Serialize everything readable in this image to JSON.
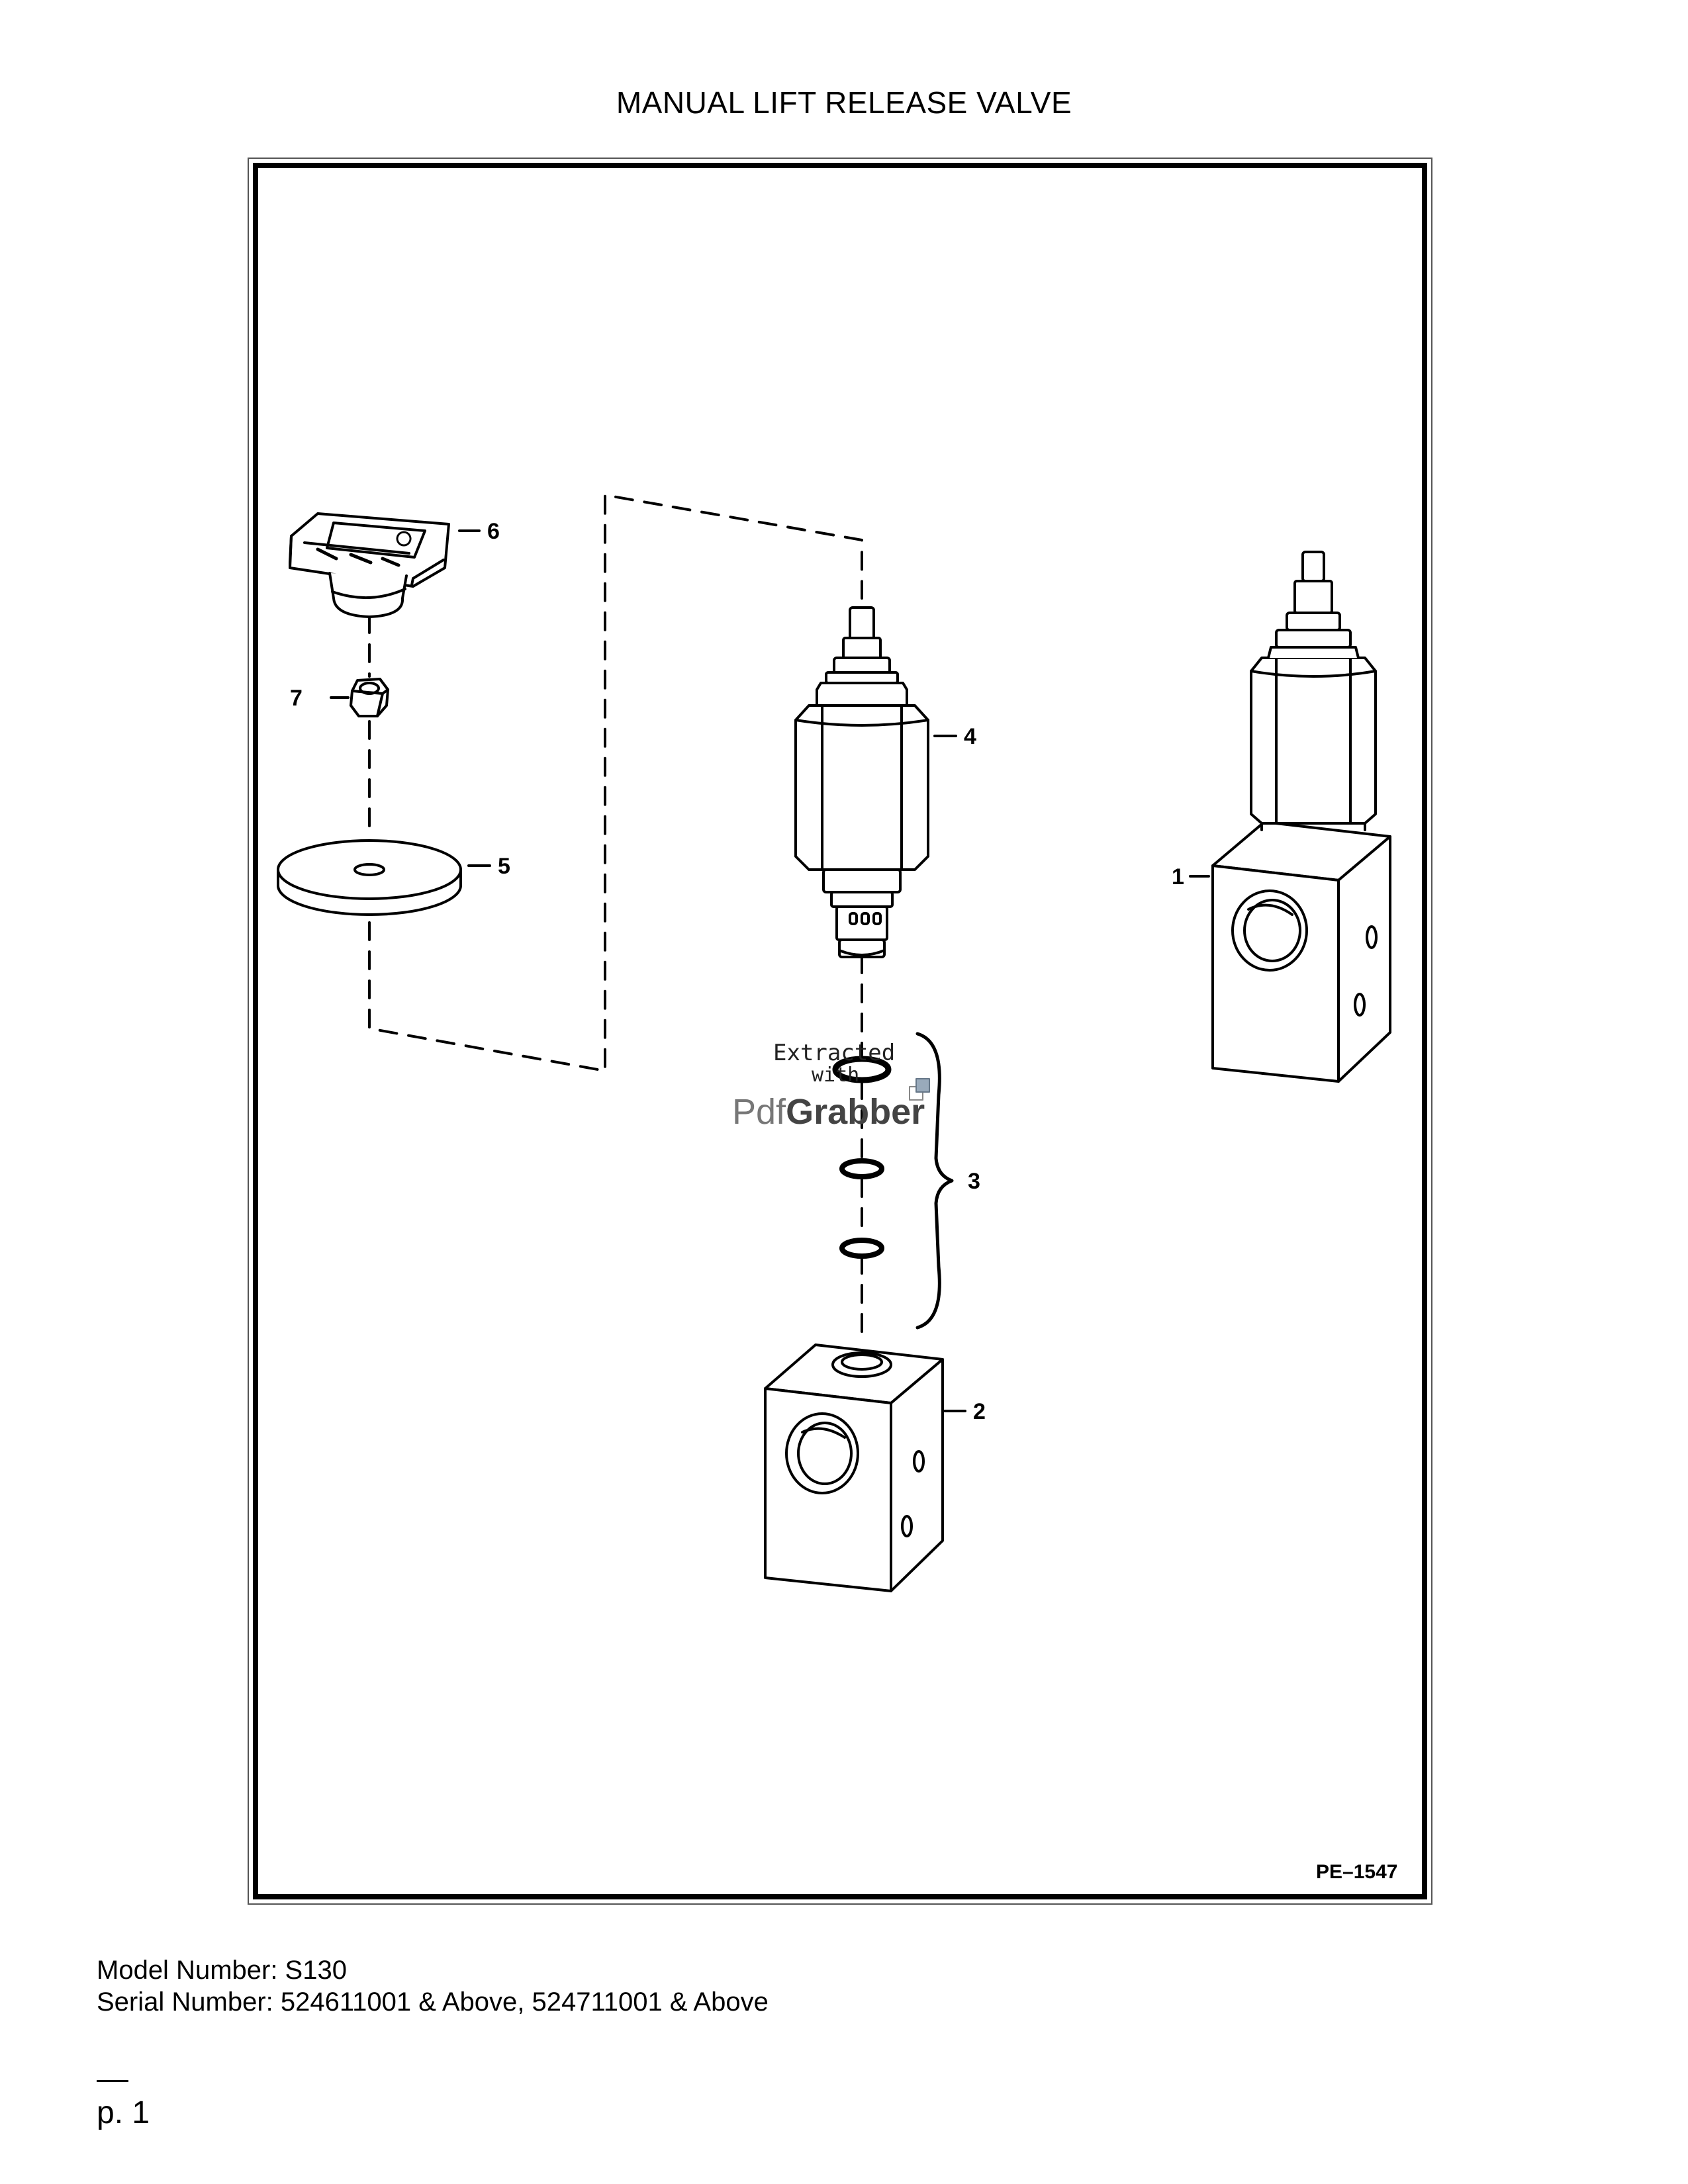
{
  "page": {
    "title": "MANUAL LIFT RELEASE VALVE",
    "figure_id": "PE–1547",
    "footer": {
      "model": "Model Number: S130",
      "serial": "Serial Number: 524611001 & Above, 524711001 & Above"
    },
    "page_dash": "—",
    "page_number": "p. 1"
  },
  "callouts": {
    "c1": "1",
    "c2": "2",
    "c3": "3",
    "c4": "4",
    "c5": "5",
    "c6": "6",
    "c7": "7"
  },
  "watermark": {
    "line1": "Extracted",
    "line2": "with",
    "brand_a": "Pdf",
    "brand_b": "Grabber"
  }
}
